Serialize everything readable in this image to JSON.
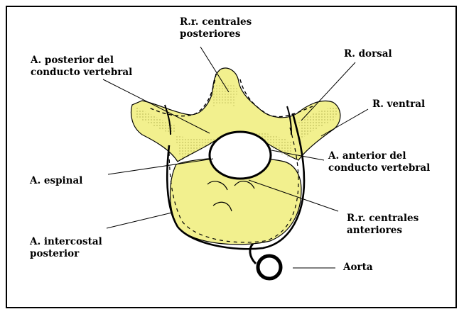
{
  "labels": {
    "rr_centrales_posteriores": [
      "R.r. centrales",
      "posteriores"
    ],
    "a_posterior": [
      "A. posterior del",
      "conducto vertebral"
    ],
    "r_dorsal": [
      "R. dorsal"
    ],
    "r_ventral": [
      "R. ventral"
    ],
    "a_anterior": [
      "A. anterior del",
      "conducto vertebral"
    ],
    "a_espinal": [
      "A. espinal"
    ],
    "rr_centrales_anteriores": [
      "R.r. centrales",
      "anteriores"
    ],
    "a_intercostal": [
      "A. intercostal",
      "posterior"
    ],
    "aorta": [
      "Aorta"
    ]
  },
  "colors": {
    "bone": "#f2f08e",
    "stipple": "#8a8a2a",
    "vessel": "#000000"
  }
}
